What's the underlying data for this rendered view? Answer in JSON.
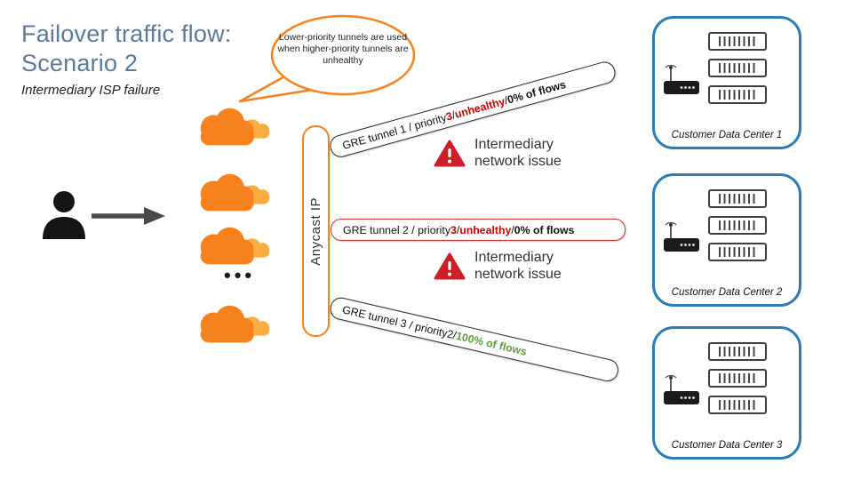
{
  "header": {
    "title_line1": "Failover traffic flow:",
    "title_line2": "Scenario 2",
    "subtitle": "Intermediary ISP failure"
  },
  "speech_bubble": {
    "text": "Lower-priority tunnels are used when higher-priority tunnels are unhealthy"
  },
  "origin": {
    "ellipsis": "•••"
  },
  "anycast": {
    "label": "Anycast IP"
  },
  "tunnels": [
    {
      "segments": [
        "GRE tunnel 1 / priority ",
        "3",
        " / ",
        "unhealthy",
        " / ",
        "0% of flows"
      ]
    },
    {
      "segments": [
        "GRE tunnel 2 / priority ",
        "3",
        " / ",
        "unhealthy",
        " / ",
        "0% of flows"
      ]
    },
    {
      "segments": [
        "GRE tunnel 3 / priority ",
        "2",
        " / ",
        "100% of flows"
      ]
    }
  ],
  "warnings": [
    {
      "text": "Intermediary network issue"
    },
    {
      "text": "Intermediary network issue"
    }
  ],
  "datacenters": [
    {
      "label": "Customer Data Center 1"
    },
    {
      "label": "Customer Data Center 2"
    },
    {
      "label": "Customer Data Center 3"
    }
  ],
  "icons": {
    "cloud": "cloudflare-cloud",
    "user": "user-silhouette",
    "arrow": "right-arrow",
    "warning": "red-warning-triangle",
    "router": "edge-router",
    "server": "rack-server"
  },
  "colors": {
    "accent_orange": "#F6821F",
    "accent_orange_light": "#FBAD41",
    "title_blue": "#5B7B9D",
    "alert_red": "#CC0000",
    "alert_border_red": "#C0392B",
    "flow_green": "#5F9E3E",
    "dc_border_blue": "#2E7CB5"
  }
}
